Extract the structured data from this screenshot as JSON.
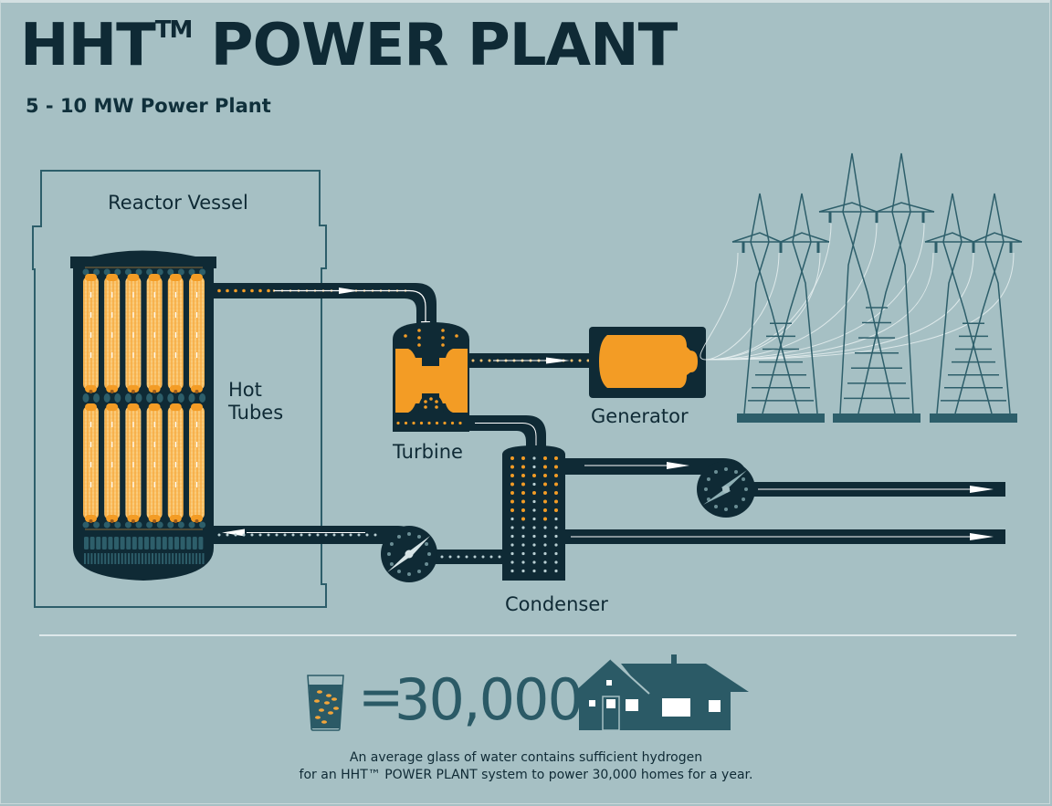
{
  "header": {
    "title_main": "HHT",
    "title_tm": "TM",
    "title_rest": " POWER PLANT",
    "subtitle": "5 - 10 MW Power Plant"
  },
  "diagram": {
    "labels": {
      "reactor_vessel": "Reactor Vessel",
      "hot_tubes_line1": "Hot",
      "hot_tubes_line2": "Tubes",
      "turbine": "Turbine",
      "generator": "Generator",
      "condenser": "Condenser"
    },
    "hot_tubes_rows": 2,
    "hot_tubes_per_row": 6,
    "transmission_towers": 3
  },
  "footer": {
    "equals": "=",
    "homes_count": "30,000",
    "caption_line1": "An average glass of water contains sufficient hydrogen",
    "caption_line2": "for an HHT™ POWER PLANT system to power 30,000 homes for a year."
  },
  "colors": {
    "background": "#a6c0c4",
    "dark": "#0f2a35",
    "accent_orange": "#f39c25",
    "teal": "#2b5a66",
    "tower": "#2d5e6a"
  }
}
